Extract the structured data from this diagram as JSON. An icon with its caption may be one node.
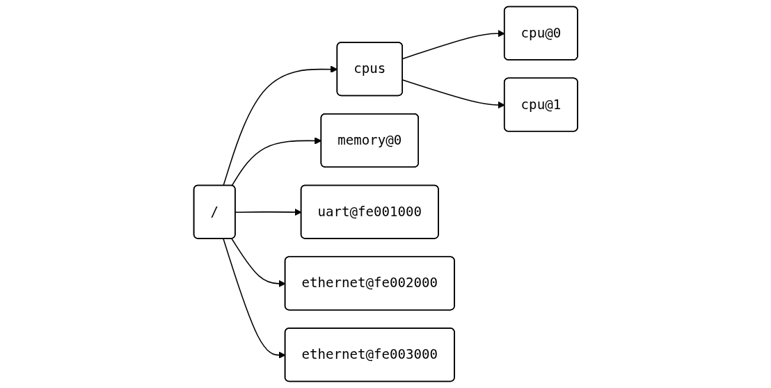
{
  "diagram": {
    "nodes": [
      {
        "text": [
          "/"
        ]
      },
      {
        "text": [
          "cpus"
        ]
      },
      {
        "text": [
          "cpu@0"
        ]
      },
      {
        "text": [
          "cpu@1"
        ]
      },
      {
        "text": [
          "memory@0"
        ]
      },
      {
        "text": [
          "uart@fe001000"
        ]
      },
      {
        "text": [
          "ethernet@fe002000"
        ]
      },
      {
        "text": [
          "ethernet@fe003000"
        ]
      }
    ],
    "edges": [
      {
        "from": 0,
        "to": 1,
        "arrow": "to"
      },
      {
        "from": 1,
        "to": 2,
        "arrow": "to"
      },
      {
        "from": 1,
        "to": 3,
        "arrow": "to"
      },
      {
        "from": 0,
        "to": 4,
        "arrow": "to"
      },
      {
        "from": 0,
        "to": 5,
        "arrow": "to"
      },
      {
        "from": 0,
        "to": 6,
        "arrow": "to"
      },
      {
        "from": 0,
        "to": 7,
        "arrow": "to"
      }
    ]
  }
}
